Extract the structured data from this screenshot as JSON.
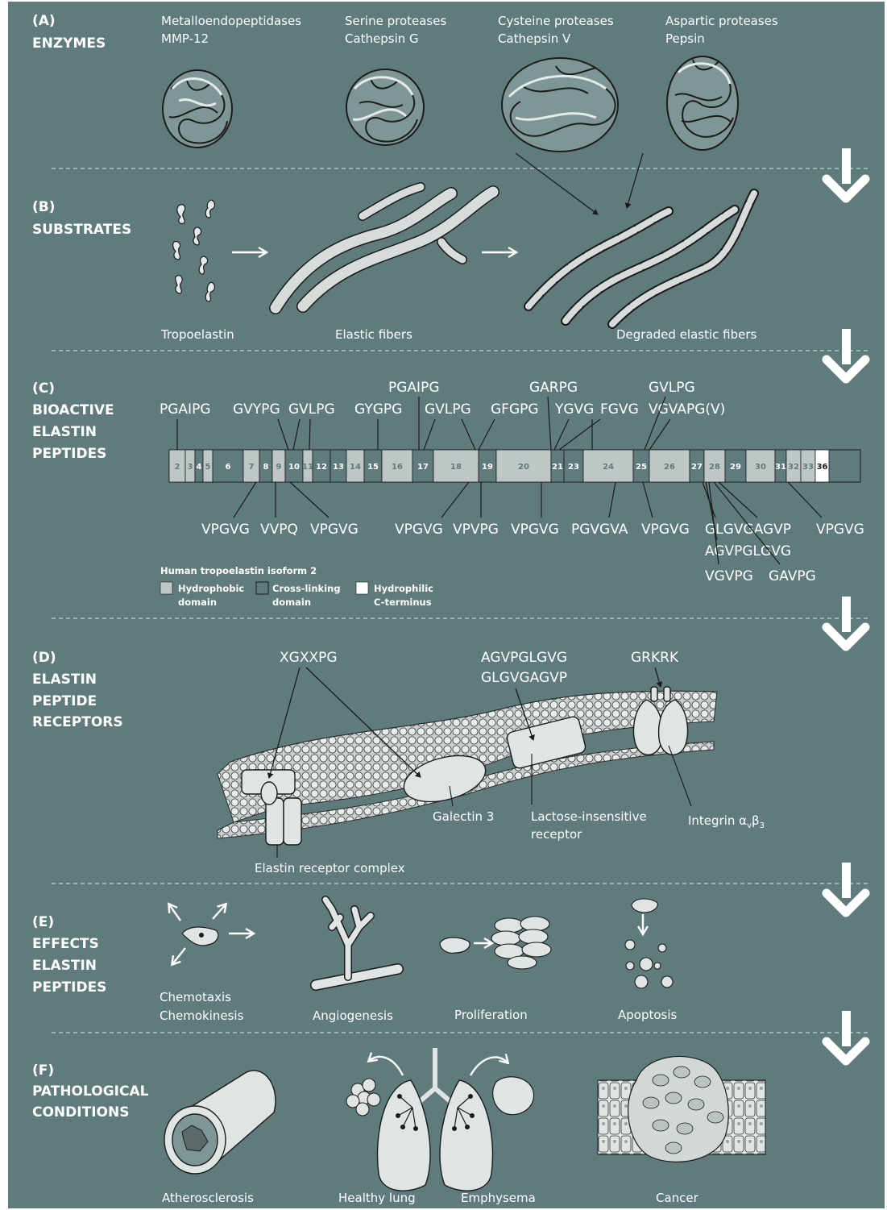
{
  "colors": {
    "background": "#5f7b7c",
    "hydrophobic": "#bfc6c6",
    "cross_linking": "#5f7b7c",
    "hydrophilic": "#ffffff",
    "line": "#1b1b1b",
    "text": "#ffffff"
  },
  "sections": [
    {
      "letter": "(A)",
      "name": [
        "ENZYMES"
      ]
    },
    {
      "letter": "(B)",
      "name": [
        "SUBSTRATES"
      ]
    },
    {
      "letter": "(C)",
      "name": [
        "BIOACTIVE",
        "ELASTIN",
        "PEPTIDES"
      ]
    },
    {
      "letter": "(D)",
      "name": [
        "ELASTIN",
        "PEPTIDE",
        "RECEPTORS"
      ]
    },
    {
      "letter": "(E)",
      "name": [
        "EFFECTS",
        "ELASTIN",
        "PEPTIDES"
      ]
    },
    {
      "letter": "(F)",
      "name": [
        "PATHOLOGICAL",
        "CONDITIONS"
      ]
    }
  ],
  "enzymes": [
    {
      "class": "Metalloendopeptidases",
      "example": "MMP-12"
    },
    {
      "class": "Serine proteases",
      "example": "Cathepsin G"
    },
    {
      "class": "Cysteine proteases",
      "example": "Cathepsin V"
    },
    {
      "class": "Aspartic proteases",
      "example": "Pepsin"
    }
  ],
  "substrates": [
    "Tropoelastin",
    "Elastic fibers",
    "Degraded elastic fibers"
  ],
  "exons": [
    {
      "n": "2",
      "type": "hydrophobic"
    },
    {
      "n": "3",
      "type": "hydrophobic"
    },
    {
      "n": "4",
      "type": "cross"
    },
    {
      "n": "5",
      "type": "hydrophobic"
    },
    {
      "n": "6",
      "type": "cross"
    },
    {
      "n": "7",
      "type": "hydrophobic"
    },
    {
      "n": "8",
      "type": "cross"
    },
    {
      "n": "9",
      "type": "hydrophobic"
    },
    {
      "n": "10",
      "type": "cross"
    },
    {
      "n": "11",
      "type": "hydrophobic"
    },
    {
      "n": "12",
      "type": "cross"
    },
    {
      "n": "13",
      "type": "cross"
    },
    {
      "n": "14",
      "type": "hydrophobic"
    },
    {
      "n": "15",
      "type": "cross"
    },
    {
      "n": "16",
      "type": "hydrophobic"
    },
    {
      "n": "17",
      "type": "cross"
    },
    {
      "n": "18",
      "type": "hydrophobic"
    },
    {
      "n": "19",
      "type": "cross"
    },
    {
      "n": "20",
      "type": "hydrophobic"
    },
    {
      "n": "21",
      "type": "cross"
    },
    {
      "n": "23",
      "type": "cross"
    },
    {
      "n": "24",
      "type": "hydrophobic"
    },
    {
      "n": "25",
      "type": "cross"
    },
    {
      "n": "26",
      "type": "hydrophobic"
    },
    {
      "n": "27",
      "type": "cross"
    },
    {
      "n": "28",
      "type": "hydrophobic"
    },
    {
      "n": "29",
      "type": "cross"
    },
    {
      "n": "30",
      "type": "hydrophobic"
    },
    {
      "n": "31",
      "type": "cross"
    },
    {
      "n": "32",
      "type": "hydrophobic"
    },
    {
      "n": "33",
      "type": "hydrophobic"
    },
    {
      "n": "36",
      "type": "hydrophilic"
    }
  ],
  "peptides_top": [
    "PGAIPG",
    "GVYPG",
    "GVLPG",
    "GYGPG",
    "PGAIPG",
    "GVLPG",
    "GFGPG",
    "GARPG",
    "YGVG",
    "FGVG",
    "GVLPG",
    "VGVAPG(V)"
  ],
  "peptides_bottom": [
    "VPGVG",
    "VVPQ",
    "VPGVG",
    "VPGVG",
    "VPVPG",
    "VPGVG",
    "PGVGVA",
    "VPGVG",
    "GLGVGAGVP",
    "AGVPGLGVG",
    "VGVPG",
    "GAVPG",
    "VPGVG"
  ],
  "legend": {
    "title": "Human tropoelastin isoform 2",
    "items": [
      {
        "line1": "Hydrophobic",
        "line2": "domain"
      },
      {
        "line1": "Cross-linking",
        "line2": "domain"
      },
      {
        "line1": "Hydrophilic",
        "line2": "C-terminus"
      }
    ]
  },
  "receptors": {
    "motif_1": "XGXXPG",
    "motif_2a": "AGVPGLGVG",
    "motif_2b": "GLGVGAGVP",
    "motif_3": "GRKRK",
    "galectin": "Galectin 3",
    "lactose_1": "Lactose-insensitive",
    "lactose_2": "receptor",
    "integrin": "Integrin α",
    "integrin_sub1": "v",
    "integrin_beta": "β",
    "integrin_sub2": "3",
    "erc": "Elastin receptor complex"
  },
  "effects": [
    "Chemotaxis",
    "Chemokinesis",
    "Angiogenesis",
    "Proliferation",
    "Apoptosis"
  ],
  "pathology": [
    "Atherosclerosis",
    "Healthy lung",
    "Emphysema",
    "Cancer"
  ]
}
